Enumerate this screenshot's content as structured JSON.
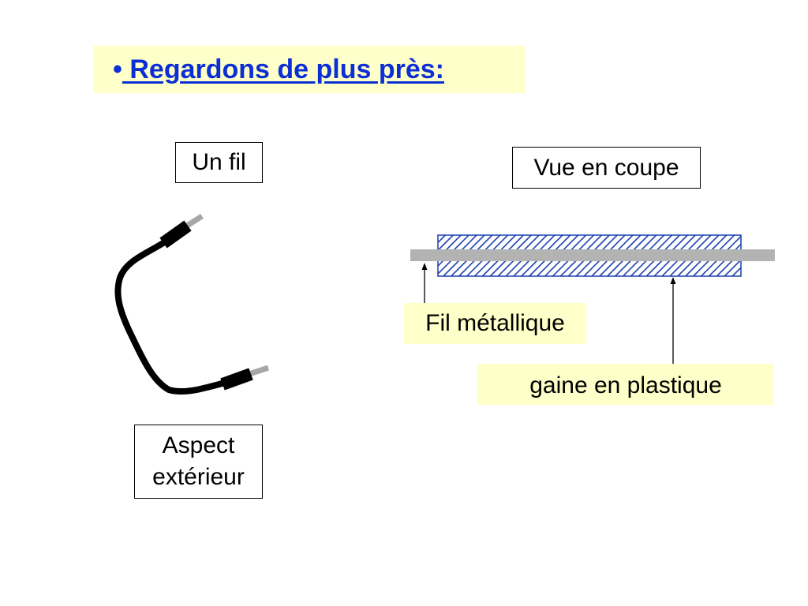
{
  "slide": {
    "bullet": "•",
    "title": " Regardons de plus près:"
  },
  "left_panel": {
    "label_top": "Un fil",
    "label_bottom_line1": "Aspect",
    "label_bottom_line2": "extérieur",
    "wire_icon": "wire-with-connectors-icon"
  },
  "right_panel": {
    "label_top": "Vue en coupe",
    "label_metal": "Fil métallique",
    "label_plastic": "gaine en plastique"
  },
  "colors": {
    "title": "#0b2fd4",
    "highlight": "#ffffc9",
    "hatch": "#1a3fae",
    "metal": "#b3b3b3"
  }
}
